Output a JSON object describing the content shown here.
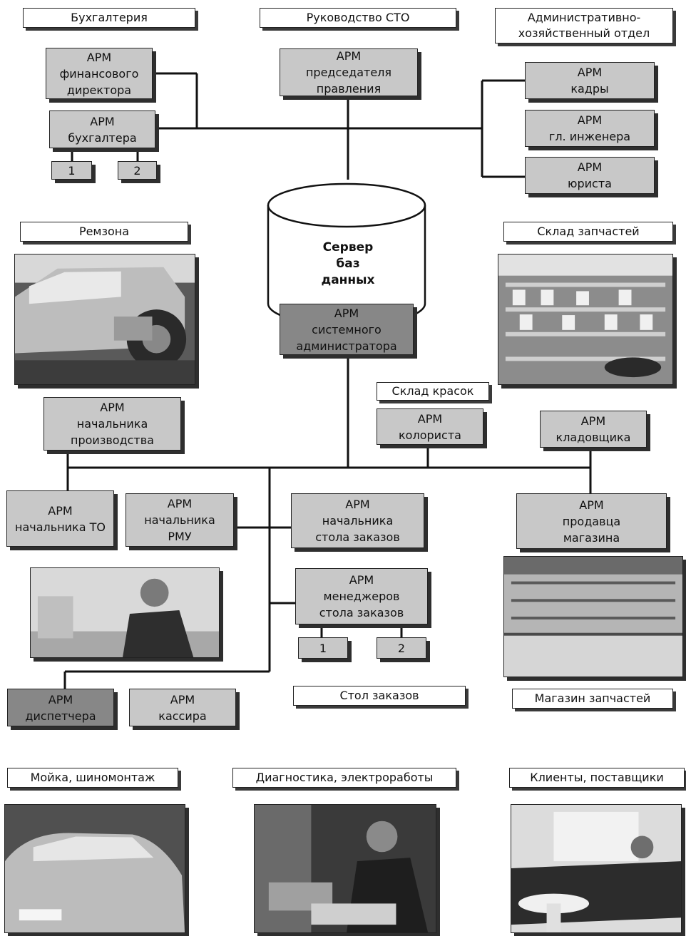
{
  "sections": {
    "accounting": "Бухгалтерия",
    "management": "Руководство СТО",
    "admin_dept": "Административно-\nхозяйственный отдел",
    "repair_zone": "Ремзона",
    "parts_warehouse": "Склад запчастей",
    "paint_warehouse": "Склад красок",
    "order_desk": "Стол заказов",
    "parts_shop": "Магазин запчастей",
    "wash": "Мойка, шиномонтаж",
    "diagnostics": "Диагностика, электроработы",
    "clients": "Клиенты, поставщики"
  },
  "server": "Сервер\nбаз\nданных",
  "workstations": {
    "fin_director": "АРМ\nфинансового\nдиректора",
    "accountant": "АРМ\nбухгалтера",
    "chairman": "АРМ\nпредседателя\nправления",
    "hr": "АРМ\nкадры",
    "chief_engineer": "АРМ\nгл. инженера",
    "lawyer": "АРМ\nюриста",
    "sysadmin": "АРМ\nсистемного\nадминистратора",
    "production_head": "АРМ\nначальника\nпроизводства",
    "colorist": "АРМ\nколориста",
    "storekeeper": "АРМ\nкладовщика",
    "to_head": "АРМ\nначальника ТО",
    "rmu_head": "АРМ\nначальника\nРМУ",
    "order_head": "АРМ\nначальника\nстола заказов",
    "shop_seller": "АРМ\nпродавца\nмагазина",
    "order_managers": "АРМ\nменеджеров\nстола заказов",
    "dispatcher": "АРМ\nдиспетчера",
    "cashier": "АРМ\nкассира"
  },
  "terminals": {
    "acc_1": "1",
    "acc_2": "2",
    "mgr_1": "1",
    "mgr_2": "2"
  },
  "colors": {
    "box_fill": "#c8c8c8",
    "box_dark": "#878787",
    "shadow": "#2e2e2e",
    "line": "#111111"
  }
}
